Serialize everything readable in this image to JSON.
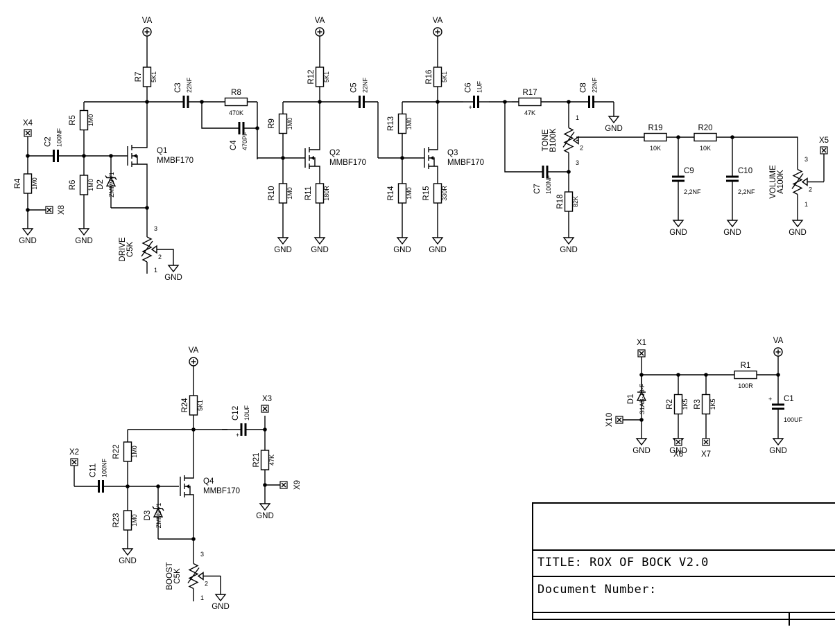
{
  "supply_label": "VA",
  "ground_label": "GND",
  "components": {
    "R1": {
      "ref": "R1",
      "value": "100R"
    },
    "R2": {
      "ref": "R2",
      "value": "1K5"
    },
    "R3": {
      "ref": "R3",
      "value": "1K5"
    },
    "R4": {
      "ref": "R4",
      "value": "1M0"
    },
    "R5": {
      "ref": "R5",
      "value": "1M0"
    },
    "R6": {
      "ref": "R6",
      "value": "1M0"
    },
    "R7": {
      "ref": "R7",
      "value": "5K1"
    },
    "R8": {
      "ref": "R8",
      "value": "470K"
    },
    "R9": {
      "ref": "R9",
      "value": "1M0"
    },
    "R10": {
      "ref": "R10",
      "value": "1M0"
    },
    "R11": {
      "ref": "R11",
      "value": "180R"
    },
    "R12": {
      "ref": "R12",
      "value": "5K1"
    },
    "R13": {
      "ref": "R13",
      "value": "1M0"
    },
    "R14": {
      "ref": "R14",
      "value": "1M0"
    },
    "R15": {
      "ref": "R15",
      "value": "330R"
    },
    "R16": {
      "ref": "R16",
      "value": "5K1"
    },
    "R17": {
      "ref": "R17",
      "value": "47K"
    },
    "R18": {
      "ref": "R18",
      "value": "82K"
    },
    "R19": {
      "ref": "R19",
      "value": "10K"
    },
    "R20": {
      "ref": "R20",
      "value": "10K"
    },
    "R21": {
      "ref": "R21",
      "value": "47K"
    },
    "R22": {
      "ref": "R22",
      "value": "1M0"
    },
    "R23": {
      "ref": "R23",
      "value": "1M0"
    },
    "R24": {
      "ref": "R24",
      "value": "5K1"
    },
    "C1": {
      "ref": "C1",
      "value": "100UF"
    },
    "C2": {
      "ref": "C2",
      "value": "100NF"
    },
    "C3": {
      "ref": "C3",
      "value": "22NF"
    },
    "C4": {
      "ref": "C4",
      "value": "470PF"
    },
    "C5": {
      "ref": "C5",
      "value": "22NF"
    },
    "C6": {
      "ref": "C6",
      "value": "1UF"
    },
    "C7": {
      "ref": "C7",
      "value": "100NF"
    },
    "C8": {
      "ref": "C8",
      "value": "22NF"
    },
    "C9": {
      "ref": "C9",
      "value": "2,2NF"
    },
    "C10": {
      "ref": "C10",
      "value": "2,2NF"
    },
    "C11": {
      "ref": "C11",
      "value": "100NF"
    },
    "C12": {
      "ref": "C12",
      "value": "10UF"
    },
    "Q1": {
      "ref": "Q1",
      "value": "MMBF170"
    },
    "Q2": {
      "ref": "Q2",
      "value": "MMBF170"
    },
    "Q3": {
      "ref": "Q3",
      "value": "MMBF170"
    },
    "Q4": {
      "ref": "Q4",
      "value": "MMBF170"
    },
    "D1": {
      "ref": "D1",
      "value": "S1AB-13-F"
    },
    "D2": {
      "ref": "D2",
      "value": "ZMM9V1"
    },
    "D3": {
      "ref": "D3",
      "value": "ZMM9V1"
    },
    "DRIVE": {
      "ref": "DRIVE",
      "value": "C5K"
    },
    "TONE": {
      "ref": "TONE",
      "value": "B100K"
    },
    "VOLUME": {
      "ref": "VOLUME",
      "value": "A100K"
    },
    "BOOST": {
      "ref": "BOOST",
      "value": "C5K"
    }
  },
  "connectors": [
    "X1",
    "X2",
    "X3",
    "X4",
    "X5",
    "X6",
    "X7",
    "X8",
    "X9",
    "X10"
  ],
  "pin_numbers": {
    "p1": "1",
    "p2": "2",
    "p3": "3"
  },
  "polarity_mark": "+",
  "title_block": {
    "title": "TITLE:  ROX OF BOCK V2.0",
    "document_number": "Document Number:"
  }
}
